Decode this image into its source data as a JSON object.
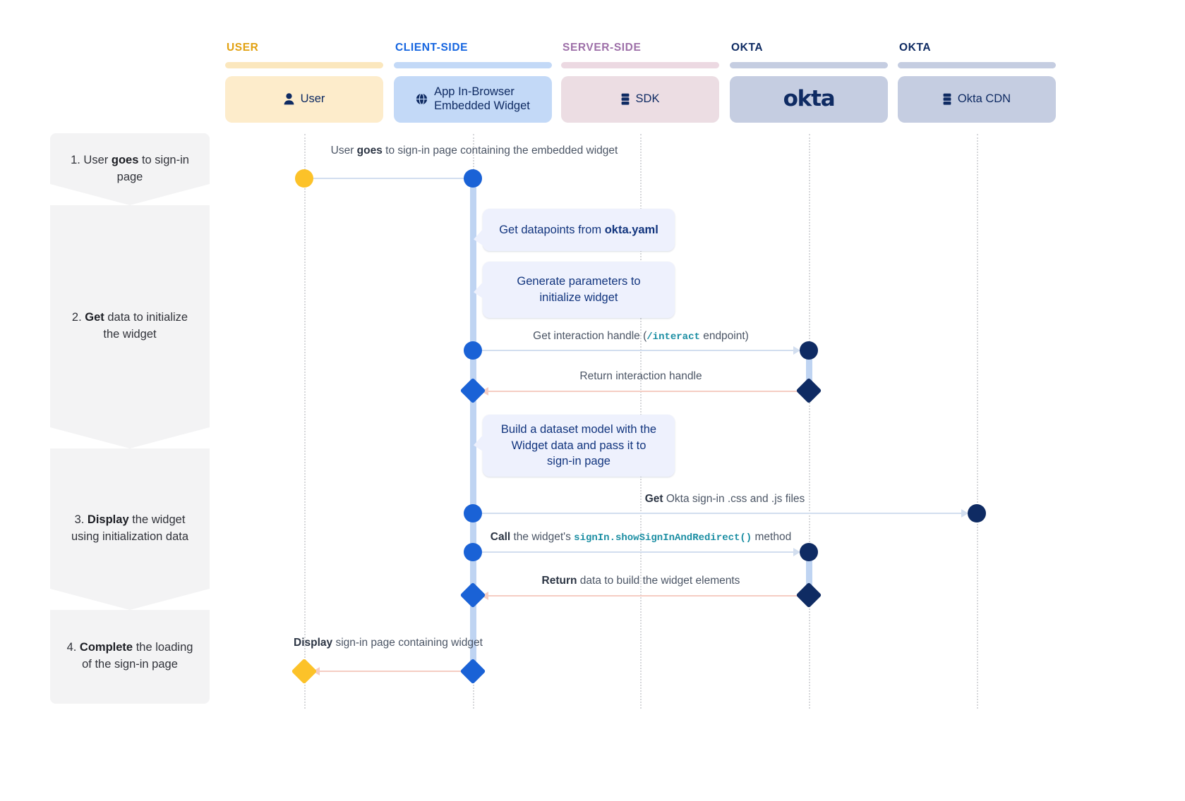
{
  "lanes": [
    {
      "title": "USER",
      "title_color": "#e2a111",
      "bar_color": "#fbe7bd",
      "box_color": "#fdeccb",
      "label": "User",
      "icon": "person-icon"
    },
    {
      "title": "CLIENT-SIDE",
      "title_color": "#1565e0",
      "bar_color": "#c3d9f7",
      "box_color": "#c3d9f7",
      "label": "App In-Browser\nEmbedded Widget",
      "icon": "globe-icon"
    },
    {
      "title": "SERVER-SIDE",
      "title_color": "#9d6fa8",
      "bar_color": "#ecd9e2",
      "box_color": "#ecdde3",
      "label": "SDK",
      "icon": "server-icon"
    },
    {
      "title": "OKTA",
      "title_color": "#0f2b63",
      "bar_color": "#c5cde1",
      "box_color": "#c5cde1",
      "label": "okta",
      "icon": "okta-wordmark"
    },
    {
      "title": "OKTA",
      "title_color": "#0f2b63",
      "bar_color": "#c5cde1",
      "box_color": "#c5cde1",
      "label": "Okta CDN",
      "icon": "server-icon"
    }
  ],
  "steps": [
    {
      "num": "1.",
      "pre": " User ",
      "bold": "goes",
      "post": " to sign-in page"
    },
    {
      "num": "2.",
      "pre": " ",
      "bold": "Get",
      "post": " data to initialize the widget"
    },
    {
      "num": "3.",
      "pre": " ",
      "bold": "Display",
      "post": " the widget using initialization data"
    },
    {
      "num": "4.",
      "pre": " ",
      "bold": "Complete",
      "post": " the loading of the sign-in page"
    }
  ],
  "messages": {
    "m1": {
      "pre": "User ",
      "bold": "goes",
      "post": " to sign-in page containing the embedded widget"
    },
    "m2": {
      "pre": "Get interaction handle (",
      "code": "/interact",
      "post": " endpoint)"
    },
    "m3": {
      "text": "Return interaction handle"
    },
    "m4": {
      "bold": "Get",
      "post": " Okta sign-in .css and .js files"
    },
    "m5": {
      "bold": "Call",
      "mid": " the widget's ",
      "code": "signIn.showSignInAndRedirect()",
      "post": " method"
    },
    "m6": {
      "bold": "Return",
      "post": " data to build the widget elements"
    },
    "m7": {
      "bold": "Display",
      "post": " sign-in page containing widget"
    }
  },
  "notes": {
    "n1": {
      "pre": "Get datapoints from ",
      "bold": "okta.yaml"
    },
    "n2": {
      "text": "Generate parameters to initialize widget"
    },
    "n3": {
      "text": "Build a dataset model with the Widget data and pass it to sign-in page"
    }
  },
  "colors": {
    "user_marker": "#fcc229",
    "client_marker": "#1a62d6",
    "okta_marker": "#0f2b63",
    "request_arrow": "#d2deef",
    "return_arrow": "#f5cdc3",
    "activation": "#bfd4f2",
    "lifeline": "#d6d7da"
  }
}
